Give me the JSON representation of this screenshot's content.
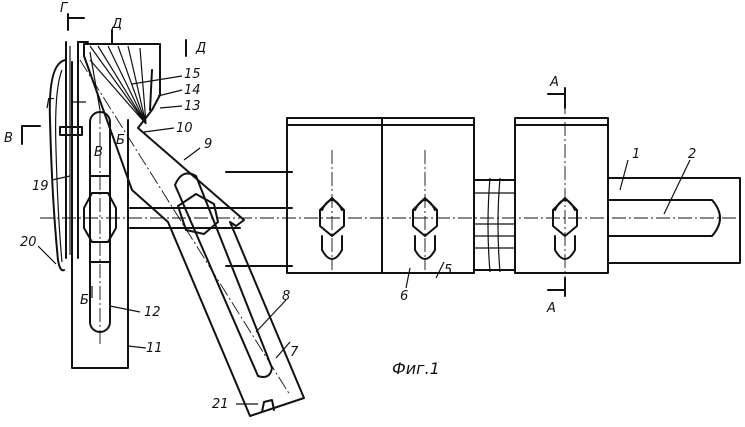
{
  "figure": {
    "caption": "Фиг.1",
    "labels": {
      "n1": "1",
      "n2": "2",
      "n5": "5",
      "n6": "6",
      "n7": "7",
      "n8": "8",
      "n9": "9",
      "n10": "10",
      "n11": "11",
      "n12": "12",
      "n13": "13",
      "n14": "14",
      "n15": "15",
      "n19": "19",
      "n20": "20",
      "n21": "21"
    },
    "section_marks": {
      "a_top": "А",
      "a_bottom": "А",
      "b_upper": "Б",
      "b_lower": "Б",
      "v_left": "В",
      "v_right": "В",
      "g_top": "Г",
      "g_mid": "Г",
      "d_left": "Д",
      "d_right": "Д"
    }
  }
}
